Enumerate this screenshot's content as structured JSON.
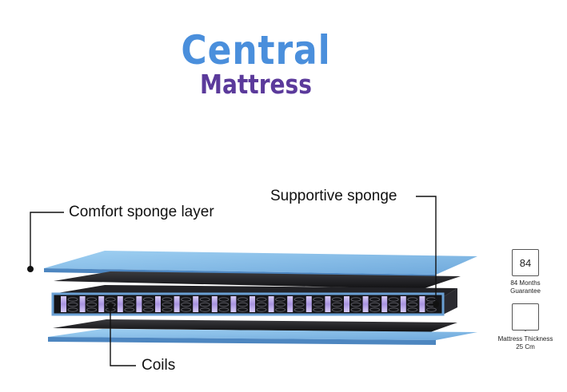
{
  "brand": {
    "title": "Central",
    "subtitle": "Mattress"
  },
  "callouts": {
    "comfort": "Comfort sponge layer",
    "supportive": "Supportive sponge",
    "coils": "Coils"
  },
  "badges": {
    "guarantee": {
      "value": "84",
      "line1": "84 Months",
      "line2": "Guarantee"
    },
    "thickness": {
      "line1": "Mattress Thickness",
      "line2": "25 Cm"
    }
  },
  "colors": {
    "brand_blue": "#4a8fdc",
    "brand_purple": "#5b3a9b",
    "foam_blue": "#8ec3ea",
    "coil_lavender": "#b9a6e8",
    "felt_black": "#1c1c1e"
  }
}
